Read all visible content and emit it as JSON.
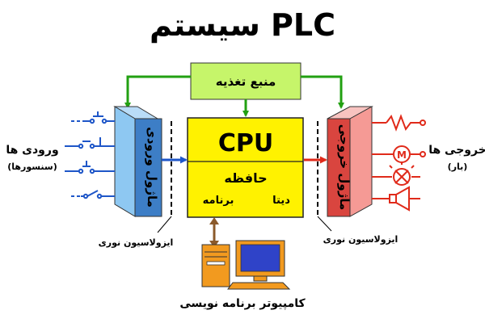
{
  "title": "سیستم PLC",
  "power_supply": {
    "label": "منبع تغذیه"
  },
  "cpu": {
    "label": "CPU",
    "memory_label": "حافظه",
    "data_label": "دیتا",
    "program_label": "برنامه"
  },
  "input_module": {
    "label": "ماژول ورودی"
  },
  "output_module": {
    "label": "ماژول خروجی"
  },
  "inputs": {
    "label": "ورودی ها",
    "sublabel": "(سنسورها)"
  },
  "outputs": {
    "label": "خروجی ها",
    "sublabel": "(بار)",
    "motor_letter": "M"
  },
  "isolation_left": {
    "label": "ایزولاسیون نوری"
  },
  "isolation_right": {
    "label": "ایزولاسیون نوری"
  },
  "computer": {
    "label": "کامپیوتر برنامه نویسی"
  },
  "colors": {
    "power_fill": "#c6f56a",
    "cpu_fill": "#fff200",
    "input_front": "#8ec8f2",
    "input_side": "#3d7ec6",
    "output_front": "#f59a95",
    "output_side": "#d9453f",
    "green_line": "#22a012",
    "blue_line": "#1e56c8",
    "red_line": "#e02a1a",
    "brown_line": "#8b5a2b",
    "computer_body": "#f29a1f",
    "computer_screen": "#2f43c8"
  }
}
